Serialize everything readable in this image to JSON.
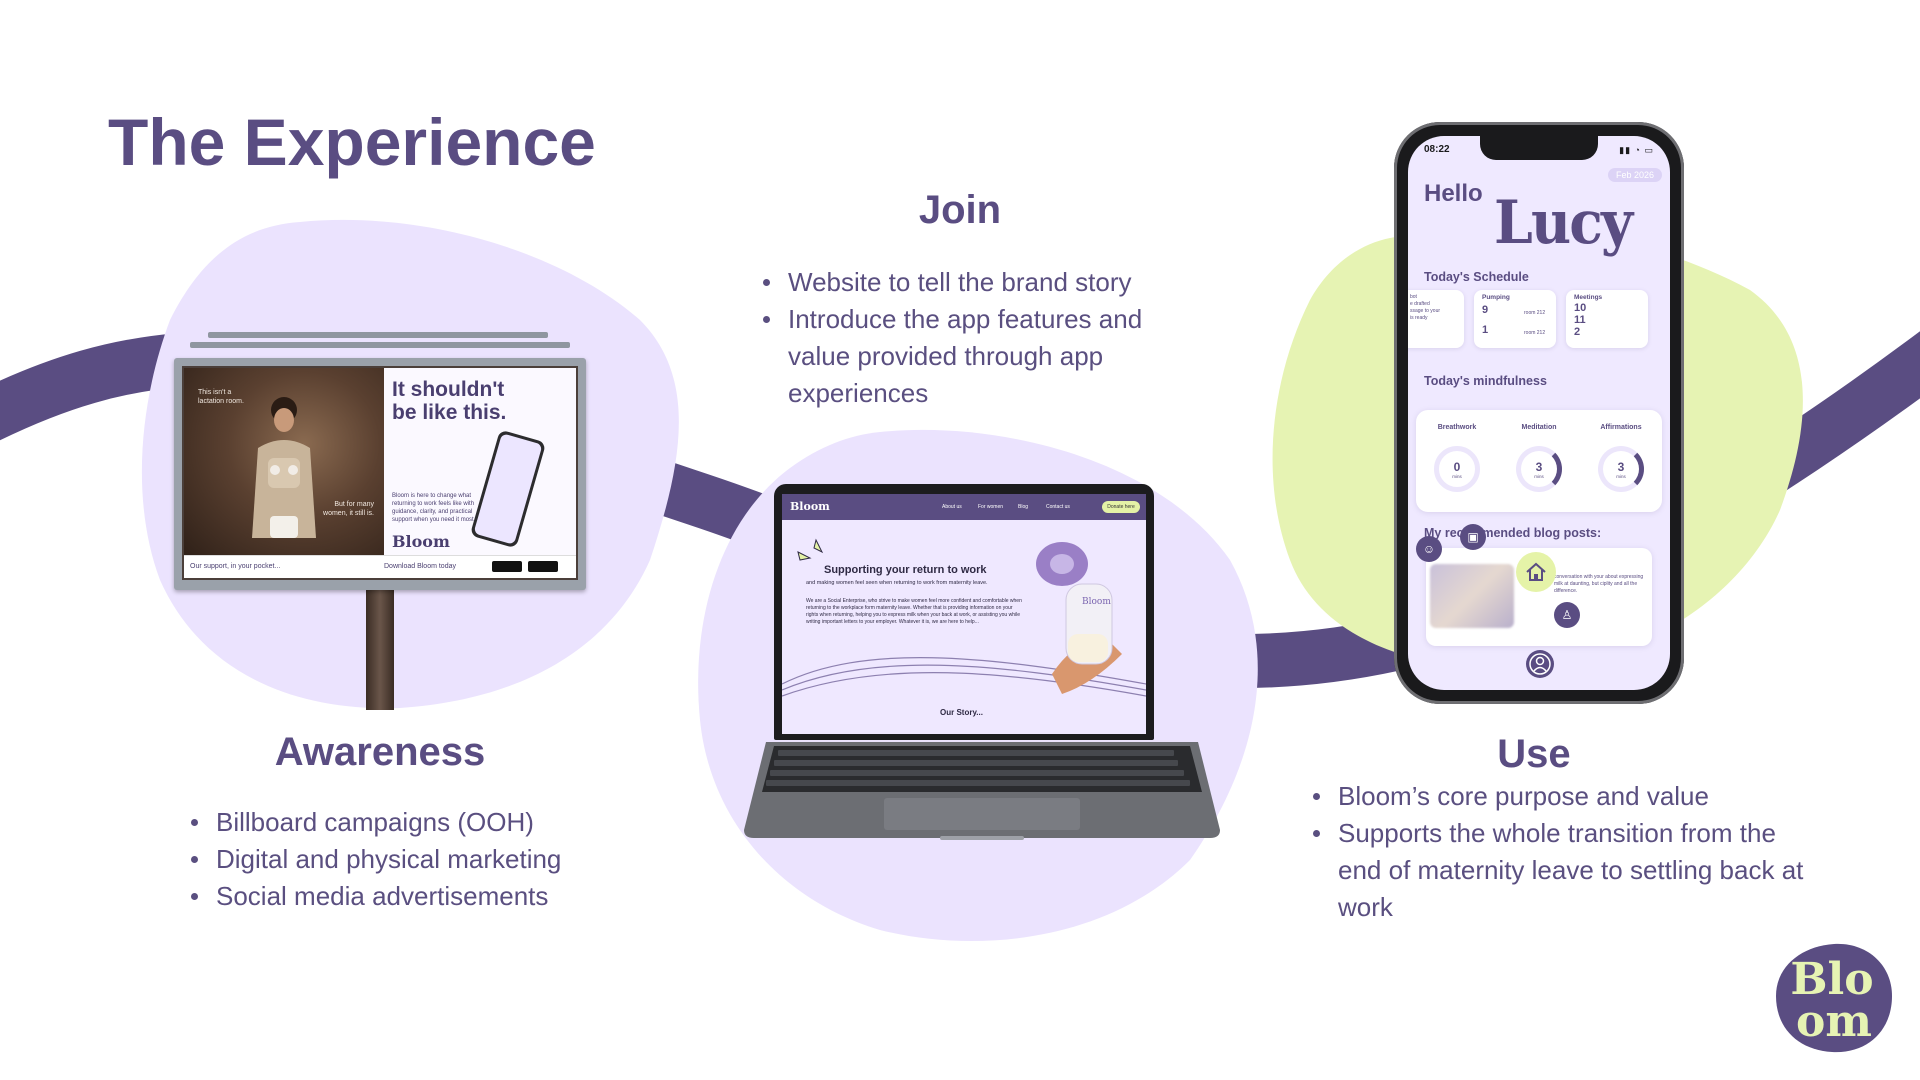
{
  "title": "The Experience",
  "colors": {
    "purple_dark": "#5a4d82",
    "lavender": "#ebe3fe",
    "lime": "#e6f3b3",
    "text": "#544a7d"
  },
  "awareness": {
    "heading": "Awareness",
    "bullets": [
      "Billboard campaigns (OOH)",
      "Digital and physical marketing",
      "Social media advertisements"
    ]
  },
  "join": {
    "heading": "Join",
    "bullets": [
      "Website to tell the brand story",
      "Introduce the app features and value provided through app experiences"
    ]
  },
  "use": {
    "heading": "Use",
    "bullets": [
      "Bloom’s core purpose and value",
      "Supports the whole transition from the end of maternity leave to settling back at work"
    ]
  },
  "billboard": {
    "small_top": "This isn't a lactation room.",
    "small_mid": "But for many women, it still is.",
    "headline": "It shouldn't be like this.",
    "body": "Bloom is here to change what returning to work feels like with guidance, clarity, and practical support when you need it most.",
    "logo": "Bloom",
    "footer_left": "Our support, in your pocket...",
    "footer_mid": "Download Bloom today"
  },
  "website": {
    "logo": "Bloom",
    "nav": [
      "About us",
      "For women",
      "Blog",
      "Contact us"
    ],
    "donate": "Donate here",
    "hero_title": "Supporting your return to work",
    "hero_sub": "and making women feel seen when returning to work from maternity leave.",
    "paragraph": "We are a Social Enterprise, who strive to make women feel more confident and comfortable when returning to the workplace form maternity leave. Whether that is providing information on your rights when returning, helping you to express milk when your back at work, or assisting you while writing important letters to your employer. Whatever it is, we are here to help...",
    "story": "Our Story..."
  },
  "app": {
    "time": "08:22",
    "date": "Feb 2026",
    "hello": "Hello",
    "name": "Lucy",
    "schedule_title": "Today's Schedule",
    "pumping": {
      "title": "Pumping",
      "t1": "9",
      "t2": "1",
      "room": "room 212"
    },
    "meetings": {
      "title": "Meetings",
      "t1": "10",
      "t2": "11",
      "t3": "2"
    },
    "mindfulness_title": "Today's mindfulness",
    "mindfulness": [
      {
        "label": "Breathwork",
        "value": "0",
        "unit": "mins"
      },
      {
        "label": "Meditation",
        "value": "3",
        "unit": "mins"
      },
      {
        "label": "Affirmations",
        "value": "3",
        "unit": "mins"
      }
    ],
    "blog_title": "My recommended blog posts:",
    "blog_text": "conversation with your about expressing milk at daunting, but ciplity and all the difference."
  },
  "logo_text": {
    "line1": "Blo",
    "line2": "om"
  }
}
